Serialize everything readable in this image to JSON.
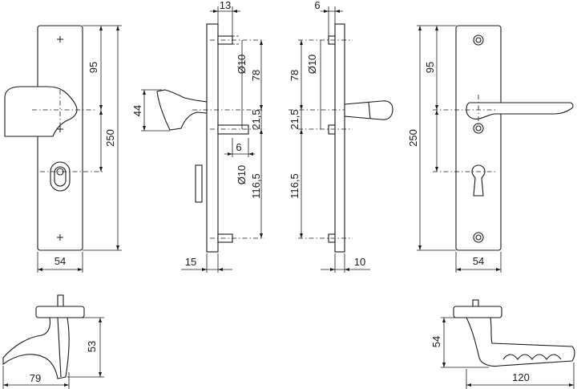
{
  "front_view_left": {
    "plate_width": "54",
    "height_total": "250",
    "handle_to_cylinder": "95",
    "knob_height": "44"
  },
  "side_view_left": {
    "top_offset": "13",
    "hole_diameter_top": "Ø10",
    "top_spacing": "78",
    "mid_spacing": "21,5",
    "pin_offset": "6",
    "hole_diameter_bottom": "Ø10",
    "bottom_spacing": "116,5",
    "base_width": "15"
  },
  "side_view_right": {
    "top_offset": "6",
    "hole_diameter_top": "Ø10",
    "top_spacing": "78",
    "mid_spacing": "21,5",
    "bottom_spacing": "116,5",
    "base_width": "10"
  },
  "front_view_right": {
    "plate_width": "54",
    "height_total": "250",
    "handle_to_cylinder": "95"
  },
  "bottom_left": {
    "projection": "79",
    "height": "53"
  },
  "bottom_right": {
    "projection": "120",
    "height": "54"
  }
}
